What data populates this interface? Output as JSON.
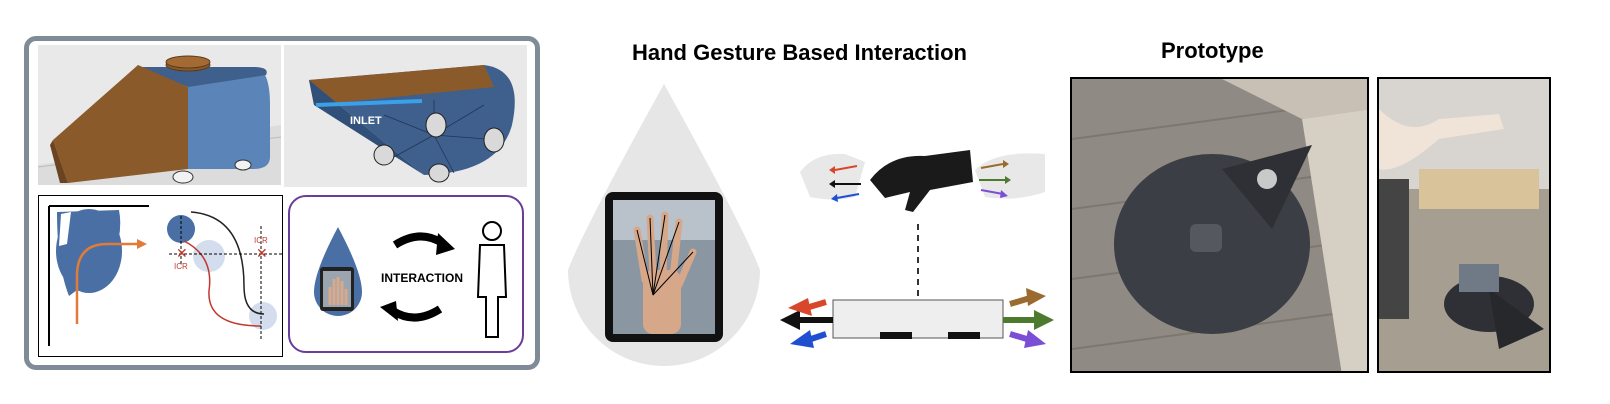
{
  "figure": {
    "middle_title": "Hand Gesture Based Interaction",
    "right_title": "Prototype"
  },
  "design_panel": {
    "inlet_label": "INLET",
    "icr_label_top": "ICR",
    "icr_label_bottom": "ICR",
    "interaction_label": "INTERACTION"
  },
  "colors": {
    "frame": "#7f8c98",
    "robot_blue": "#4a6fa5",
    "wood": "#8b5a2b",
    "path_orange": "#e07b39",
    "path_red": "#c0392b",
    "purple_border": "#6a3d9a",
    "arrow_red": "#d9472b",
    "arrow_blue": "#1f4fd1",
    "arrow_brown": "#9a6a2e",
    "arrow_green": "#4e7a2e",
    "arrow_purple": "#7a4fd6"
  },
  "icons": [
    "robot-3d-render",
    "robot-underside-render",
    "path-diagram",
    "droplet-tablet-icon",
    "rotate-arrows-icon",
    "person-icon",
    "hand-gesture-icon",
    "robot-side-view",
    "prototype-photo"
  ]
}
